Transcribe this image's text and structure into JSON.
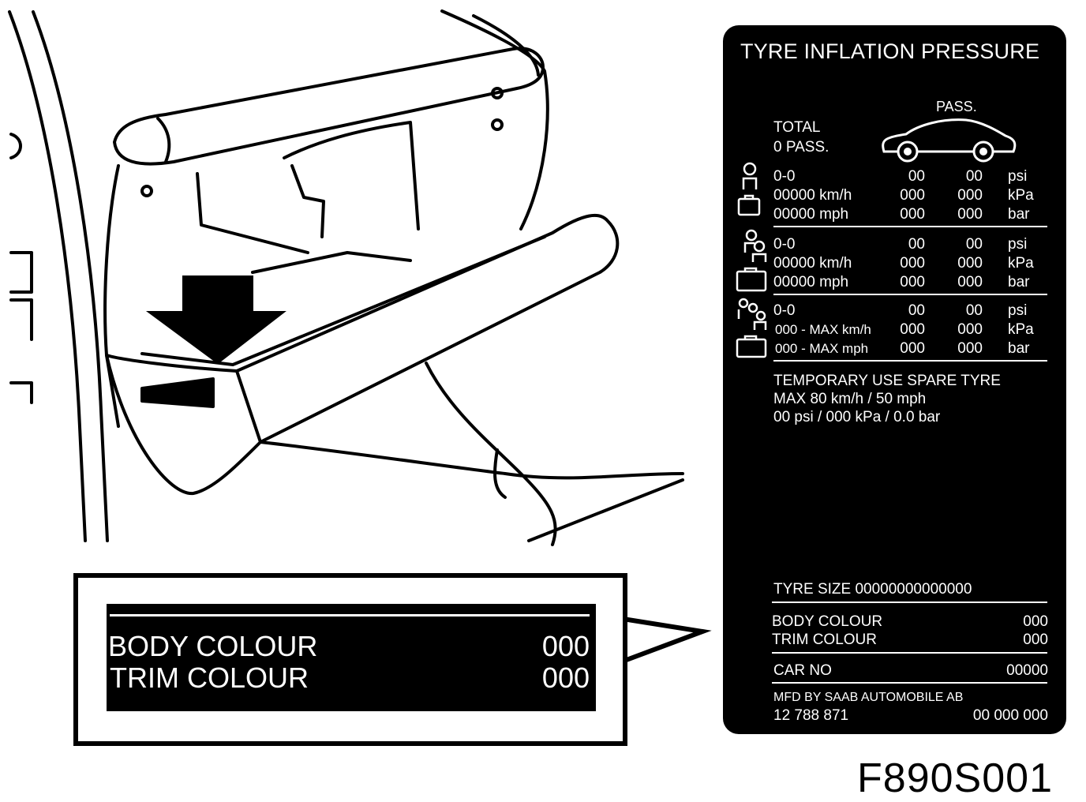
{
  "placard": {
    "title": "TYRE INFLATION PRESSURE",
    "pass_header": "PASS.",
    "total_label": "TOTAL",
    "total_pass": "0  PASS.",
    "load_groups": [
      {
        "rows": [
          {
            "speed": "0-0",
            "front": "00",
            "rear": "00",
            "unit": "psi"
          },
          {
            "speed": "00000  km/h",
            "front": "000",
            "rear": "000",
            "unit": "kPa"
          },
          {
            "speed": "00000  mph",
            "front": "000",
            "rear": "000",
            "unit": "bar"
          }
        ]
      },
      {
        "rows": [
          {
            "speed": "0-0",
            "front": "00",
            "rear": "00",
            "unit": "psi"
          },
          {
            "speed": "00000  km/h",
            "front": "000",
            "rear": "000",
            "unit": "kPa"
          },
          {
            "speed": "00000  mph",
            "front": "000",
            "rear": "000",
            "unit": "bar"
          }
        ]
      },
      {
        "rows": [
          {
            "speed": "0-0",
            "front": "00",
            "rear": "00",
            "unit": "psi"
          },
          {
            "speed": "000 - MAX km/h",
            "front": "000",
            "rear": "000",
            "unit": "kPa"
          },
          {
            "speed": "000 - MAX mph",
            "front": "000",
            "rear": "000",
            "unit": "bar"
          }
        ]
      }
    ],
    "spare_line1": "TEMPORARY USE SPARE TYRE",
    "spare_line2": "MAX 80 km/h / 50 mph",
    "spare_line3": "00 psi /   000  kPa /   0.0 bar",
    "tyre_size": "TYRE SIZE  00000000000000",
    "body_colour_label": "BODY COLOUR",
    "body_colour_value": "000",
    "trim_colour_label": "TRIM COLOUR",
    "trim_colour_value": "000",
    "car_no_label": "CAR NO",
    "car_no_value": "00000",
    "mfd_by": "MFD BY SAAB AUTOMOBILE AB",
    "part_no": "12 788 871",
    "serial": "00 000 000"
  },
  "callout": {
    "body_colour_label": "BODY COLOUR",
    "body_colour_value": "000",
    "trim_colour_label": "TRIM COLOUR",
    "trim_colour_value": "000"
  },
  "figure_code": "F890S001"
}
